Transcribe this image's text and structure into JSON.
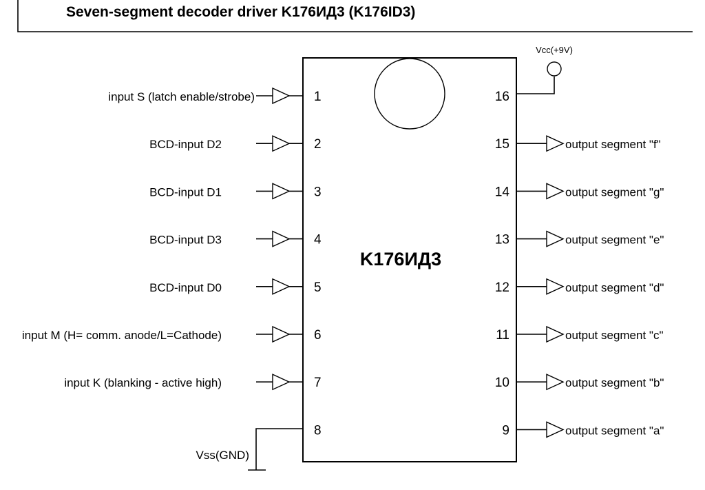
{
  "title": "Seven-segment decoder driver K176ИД3  (K176ID3)",
  "chip": {
    "name": "K176ИД3",
    "vcc_label": "Vcc(+9V)",
    "vss_label": "Vss(GND)"
  },
  "left_pins": [
    {
      "number": "1",
      "label": "input S (latch enable/strobe)"
    },
    {
      "number": "2",
      "label": "BCD-input D2"
    },
    {
      "number": "3",
      "label": "BCD-input D1"
    },
    {
      "number": "4",
      "label": "BCD-input D3"
    },
    {
      "number": "5",
      "label": "BCD-input D0"
    },
    {
      "number": "6",
      "label": "input M (H= comm. anode/L=Cathode)"
    },
    {
      "number": "7",
      "label": "input K (blanking - active high)"
    },
    {
      "number": "8",
      "label": ""
    }
  ],
  "right_pins": [
    {
      "number": "16",
      "label": ""
    },
    {
      "number": "15",
      "label": "output segment \"f\""
    },
    {
      "number": "14",
      "label": "output segment \"g\""
    },
    {
      "number": "13",
      "label": "output segment \"e\""
    },
    {
      "number": "12",
      "label": "output segment \"d\""
    },
    {
      "number": "11",
      "label": "output segment \"c\""
    },
    {
      "number": "10",
      "label": "output segment \"b\""
    },
    {
      "number": "9",
      "label": "output segment \"a\""
    }
  ]
}
